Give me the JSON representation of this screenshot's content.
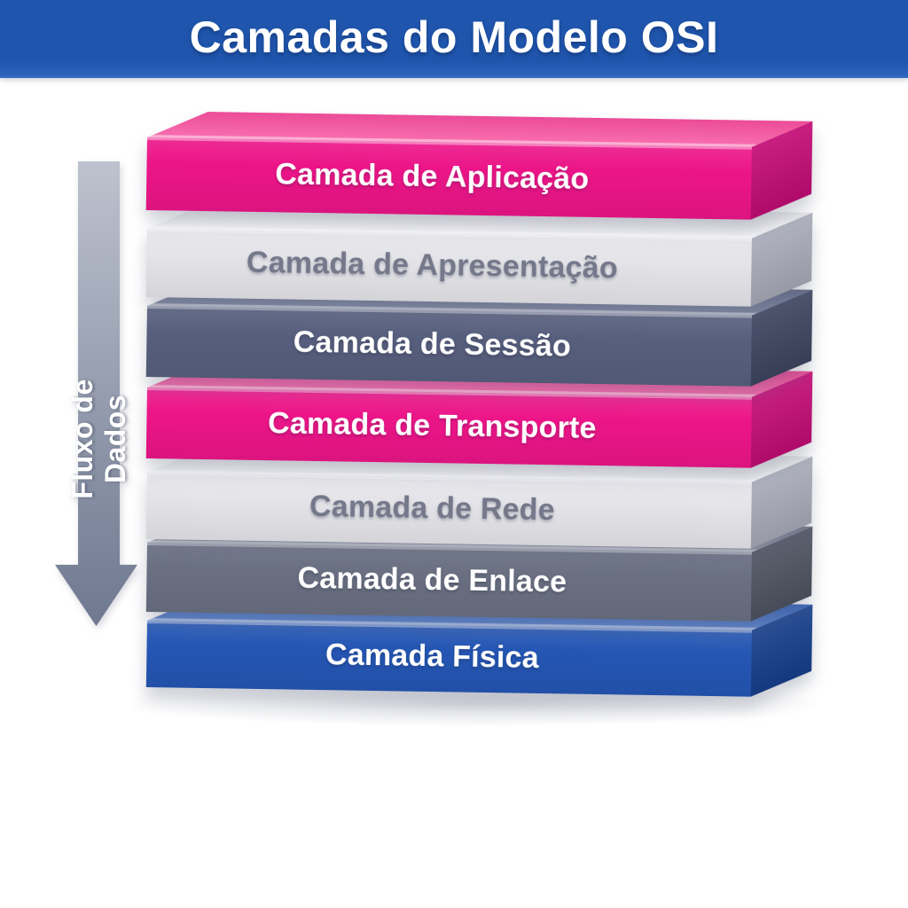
{
  "header": {
    "title": "Camadas do Modelo OSI",
    "bg_color": "#1f55ac",
    "text_color": "#ffffff"
  },
  "flow_arrow": {
    "label": "Fluxo de Dados",
    "direction": "down",
    "color_top": "#bdc2ce",
    "color_bottom": "#6e7890"
  },
  "layers": [
    {
      "label": "Camada de Aplicação",
      "colors": {
        "front": "#ec1588",
        "top": "#f8509f",
        "side": "#c30c75",
        "text": "#ffffff"
      }
    },
    {
      "label": "Camada de Apresentação",
      "colors": {
        "front": "#e4e4e9",
        "top": "#f2f2f5",
        "side": "#a9acb9",
        "text": "#75788a"
      }
    },
    {
      "label": "Camada de Sessão",
      "colors": {
        "front": "#575f7e",
        "top": "#6d7694",
        "side": "#3e4560",
        "text": "#ffffff"
      }
    },
    {
      "label": "Camada de Transporte",
      "colors": {
        "front": "#ec1588",
        "top": "#f8509f",
        "side": "#c30c75",
        "text": "#ffffff"
      }
    },
    {
      "label": "Camada de Rede",
      "colors": {
        "front": "#e4e4e9",
        "top": "#f2f2f5",
        "side": "#a9acb9",
        "text": "#75788a"
      }
    },
    {
      "label": "Camada de Enlace",
      "colors": {
        "front": "#6a7082",
        "top": "#82879a",
        "side": "#4f5462",
        "text": "#ffffff"
      }
    },
    {
      "label": "Camada Física",
      "colors": {
        "front": "#2456b4",
        "top": "#3f6ec6",
        "side": "#173f8c",
        "text": "#ffffff"
      }
    }
  ],
  "background_color": "#ffffff"
}
